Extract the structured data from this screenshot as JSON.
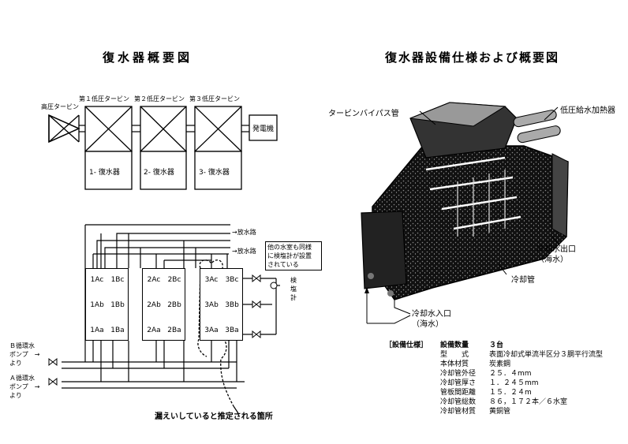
{
  "left_title": "復水器概要図",
  "right_title": "復水器設備仕様および概要図",
  "turbines": {
    "hp": "高圧タービン",
    "lp1": "第１低圧タービン",
    "lp2": "第２低圧タービン",
    "lp3": "第３低圧タービン",
    "generator": "発電機"
  },
  "condensers": [
    "1- 復水器",
    "2- 復水器",
    "3- 復水器"
  ],
  "water_boxes": {
    "g1": [
      "1Ac",
      "1Bc",
      "1Ab",
      "1Bb",
      "1Aa",
      "1Ba"
    ],
    "g2": [
      "2Ac",
      "2Bc",
      "2Ab",
      "2Bb",
      "2Aa",
      "2Ba"
    ],
    "g3": [
      "3Ac",
      "3Bc",
      "3Ab",
      "3Bb",
      "3Aa",
      "3Ba"
    ]
  },
  "discharge_1": "→放水路",
  "discharge_2": "→放水路",
  "note_box": [
    "他の水室も同様",
    "に検塩計が設置",
    "されている"
  ],
  "salinity_meter": [
    "検",
    "塩",
    "計"
  ],
  "pump_b": [
    "Ｂ循環水",
    "ポンプ　→",
    "より"
  ],
  "pump_a": [
    "Ａ循環水",
    "ポンプ　→",
    "より"
  ],
  "leak_note": "漏えいしていると推定される箇所",
  "right_labels": {
    "bypass": "タービンバイパス管",
    "lp_heater": "低圧給水加熱器",
    "outlet": [
      "冷却水出口",
      "（海水）"
    ],
    "tube": "冷却管",
    "inlet": [
      "冷却水入口",
      "（海水）"
    ]
  },
  "specs": {
    "header": "［設備仕様］",
    "rows": [
      {
        "k": "設備数量",
        "v": "３台"
      },
      {
        "k": "型　　式",
        "v": "表面冷却式単流半区分３胴平行流型"
      },
      {
        "k": "本体材質",
        "v": "炭素鋼"
      },
      {
        "k": "冷却管外径",
        "v": "２５．４mm"
      },
      {
        "k": "冷却管厚さ",
        "v": "１．２４５mm"
      },
      {
        "k": "管板間距離",
        "v": "１５．２４m"
      },
      {
        "k": "冷却管総数",
        "v": "８６，１７２本／６水室"
      },
      {
        "k": "冷却管材質",
        "v": "黄銅管"
      }
    ]
  }
}
